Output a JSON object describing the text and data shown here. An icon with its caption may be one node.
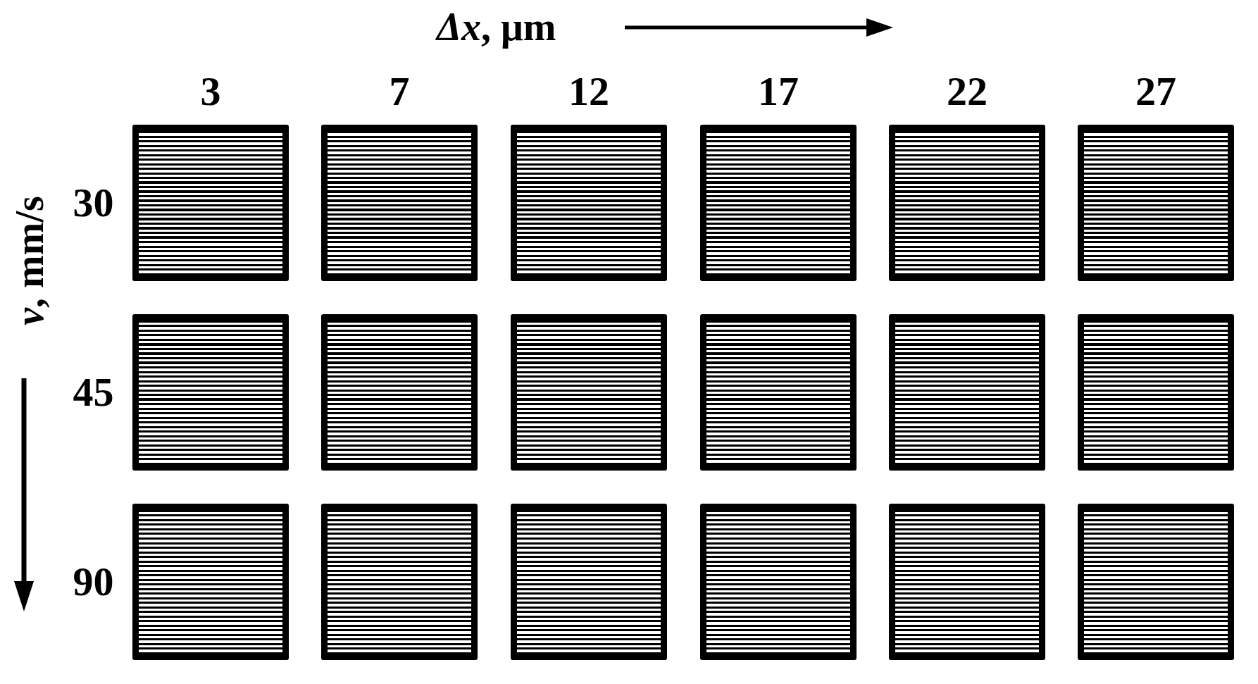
{
  "diagram": {
    "nodes": [
      {
        "text": [],
        "shape": "box"
      },
      {
        "text": [],
        "shape": "box"
      },
      {
        "text": [],
        "shape": "box"
      },
      {
        "text": [],
        "shape": "box"
      },
      {
        "text": [],
        "shape": "box"
      },
      {
        "text": [],
        "shape": "box"
      },
      {
        "text": [],
        "shape": "box"
      },
      {
        "text": [],
        "shape": "box"
      },
      {
        "text": [],
        "shape": "box"
      },
      {
        "text": [],
        "shape": "box"
      },
      {
        "text": [],
        "shape": "box"
      },
      {
        "text": [],
        "shape": "box"
      },
      {
        "text": [],
        "shape": "box"
      },
      {
        "text": [],
        "shape": "box"
      },
      {
        "text": [],
        "shape": "box"
      },
      {
        "text": [],
        "shape": "box"
      },
      {
        "text": [],
        "shape": "box"
      },
      {
        "text": [],
        "shape": "box"
      }
    ],
    "labels": [
      "*Δx*, μm",
      "3",
      "7",
      "12",
      "17",
      "22",
      "27",
      "*v*, mm/s",
      "30",
      "45",
      "90"
    ]
  }
}
